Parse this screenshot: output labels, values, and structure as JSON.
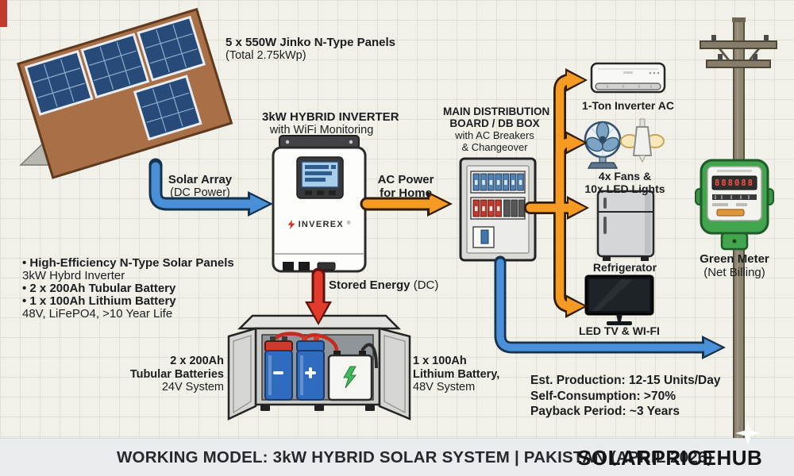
{
  "solar_array": {
    "caption_bold": "5 x 550W Jinko N-Type Panels",
    "caption_sub": "(Total 2.75kWp)"
  },
  "flows": {
    "solar": {
      "line1": "Solar Array",
      "line2": "(DC Power)",
      "color": "#4a90d9"
    },
    "ac": {
      "line1": "AC Power",
      "line2": "for Home",
      "color": "#f59b23"
    },
    "stored": {
      "label_bold": "Stored Energy",
      "label_rest": "(DC)",
      "color": "#e23a2c"
    }
  },
  "inverter": {
    "title": "3kW HYBRID INVERTER",
    "subtitle": "with WiFi Monitoring",
    "brand": "INVEREX",
    "brand_reg": "®"
  },
  "db_box": {
    "title_line1": "MAIN DISTRIBUTION",
    "title_line2": "BOARD / DB BOX",
    "subtitle_line1": "with AC Breakers",
    "subtitle_line2": "& Changeover"
  },
  "features": {
    "items": [
      {
        "text": "• High-Efficiency N-Type Solar Panels",
        "bold": true
      },
      {
        "text": "3kW Hybrd Inverter",
        "bold": false
      },
      {
        "text": "• 2 x 200Ah Tubular Battery",
        "bold": true
      },
      {
        "text": "• 1 x 100Ah Lithium Battery",
        "bold": true
      },
      {
        "text": "48V, LiFePO4, >10 Year Life",
        "bold": false
      }
    ]
  },
  "battery_bank": {
    "left_label": {
      "line1": "2 x 200Ah",
      "line2": "Tubular Batteries",
      "line3": "24V System"
    },
    "right_label": {
      "line1": "1 x 100Ah",
      "line2": "Lithium Battery,",
      "line3": "48V System"
    }
  },
  "appliances": {
    "ac_label": "1-Ton Inverter AC",
    "fans_label_line1": "4x Fans &",
    "fans_label_line2": "10x LED Lights",
    "fridge_label": "Refrigerator",
    "tv_label": "LED TV & WI-FI"
  },
  "meter": {
    "label_line1": "Green Meter",
    "label_line2": "(Net Billing)",
    "display": "888088",
    "color": "#43a44e"
  },
  "stats": {
    "line1": "Est. Production: 12-15 Units/Day",
    "line2": "Self-Consumption: >70%",
    "line3": "Payback Period: ~3 Years"
  },
  "footer": {
    "title": "WORKING MODEL: 3kW HYBRID SOLAR SYSTEM | PAKISTAN (APRIL 2026)",
    "watermark": "SOLARPRICEHUB"
  }
}
